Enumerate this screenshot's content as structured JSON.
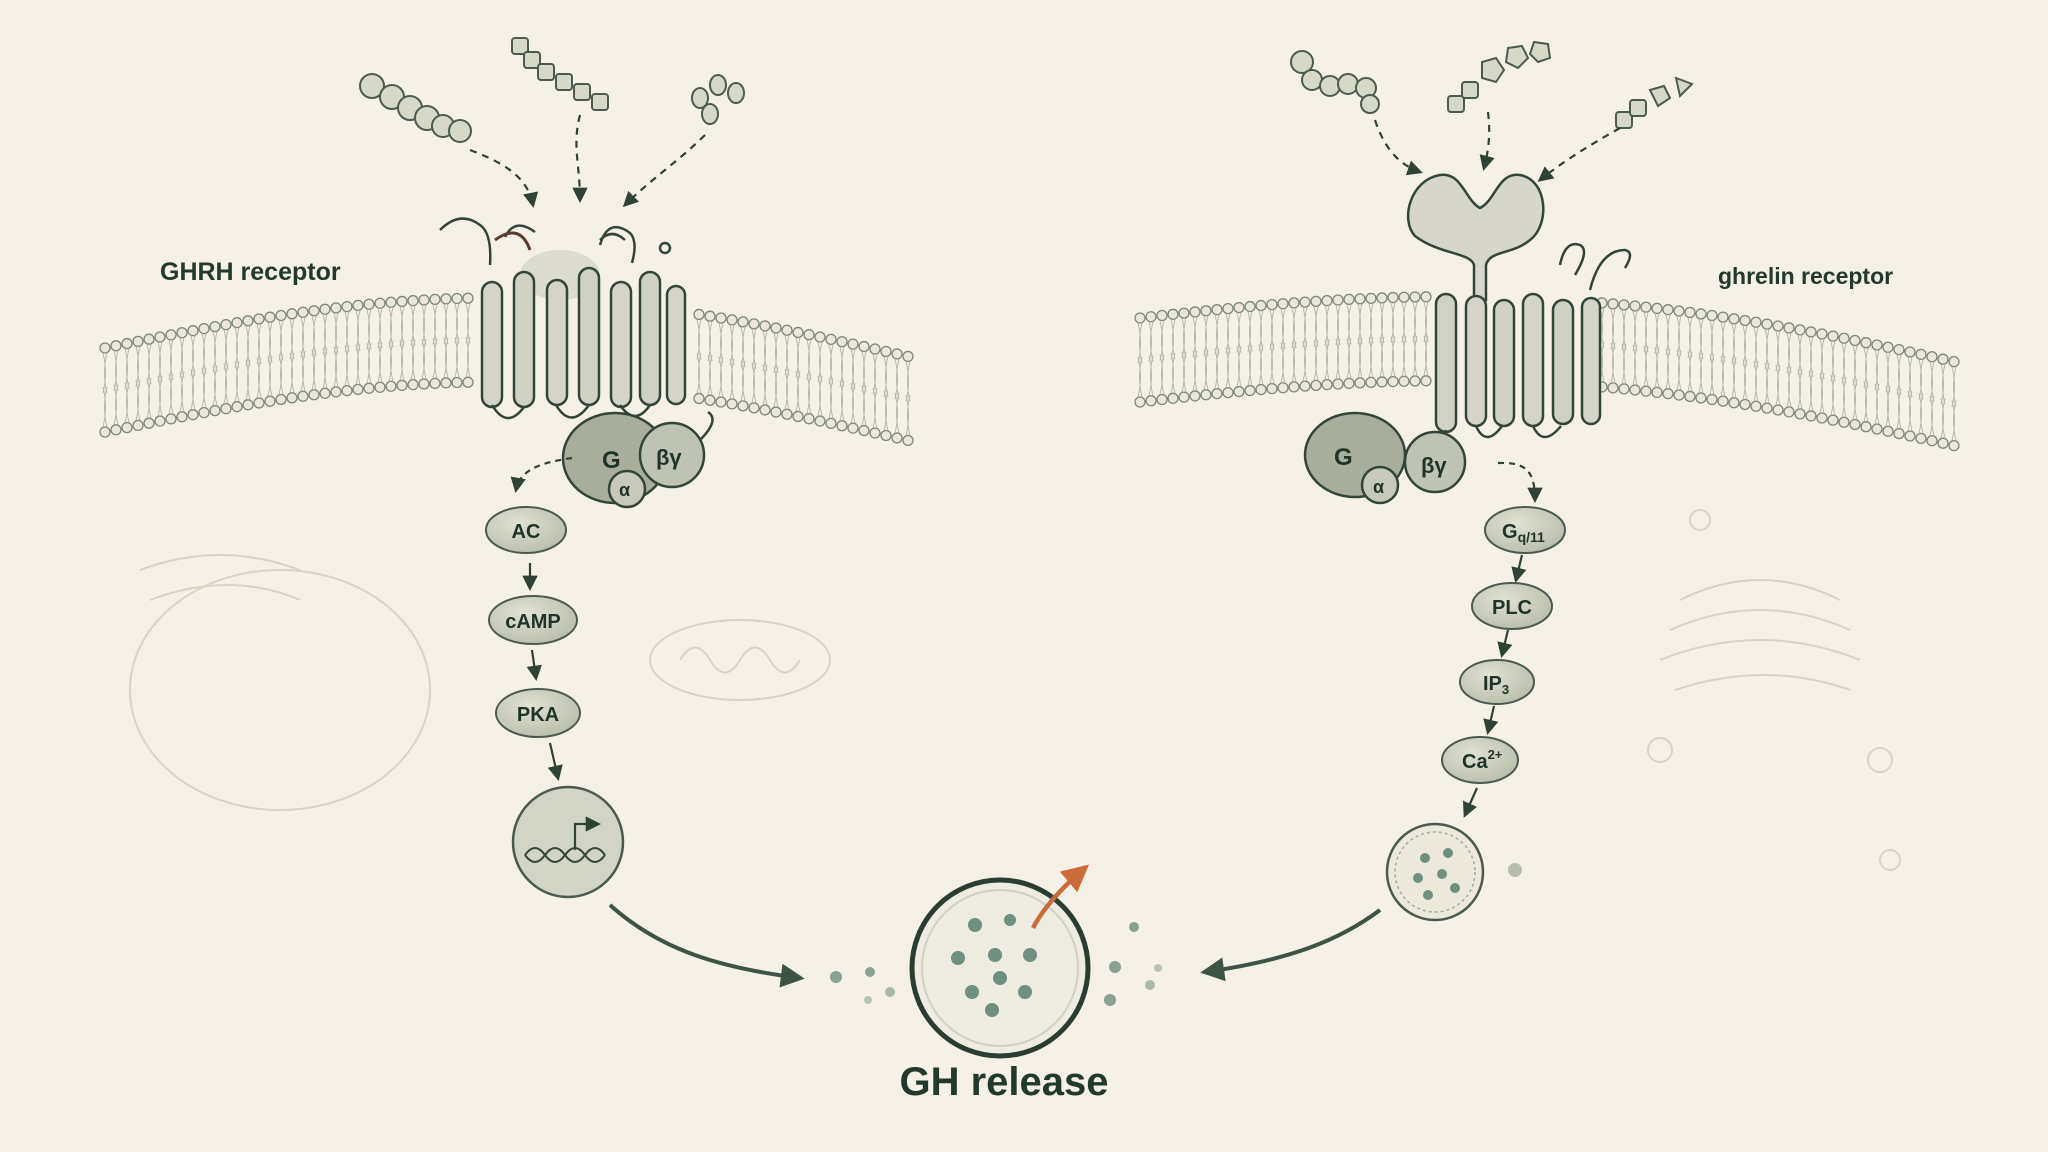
{
  "receptors": {
    "left_label": "GHRH receptor",
    "right_label": "ghrelin receptor"
  },
  "g_protein": {
    "left": {
      "main": "G",
      "alpha": "α",
      "betagamma": "βγ"
    },
    "right": {
      "main": "G",
      "alpha": "α",
      "betagamma": "βγ"
    }
  },
  "left_pathway": {
    "steps": [
      "AC",
      "cAMP",
      "PKA"
    ],
    "gene_icon": "dna-transcription-icon"
  },
  "right_pathway": {
    "step1_main": "G",
    "step1_sub": "q/11",
    "step2": "PLC",
    "step3_main": "IP",
    "step3_sub": "3",
    "step4_main": "Ca",
    "step4_sup": "2+",
    "vesicle_icon": "vesicle-icon"
  },
  "output": {
    "label": "GH release",
    "vesicle_icon": "secretory-granule-icon",
    "arrow_color": "#cc6a3a"
  },
  "colors": {
    "background": "#f6f1e7",
    "ink": "#2e4236",
    "node_fill": "#c9ccbc",
    "granule": "#6f8f80"
  }
}
